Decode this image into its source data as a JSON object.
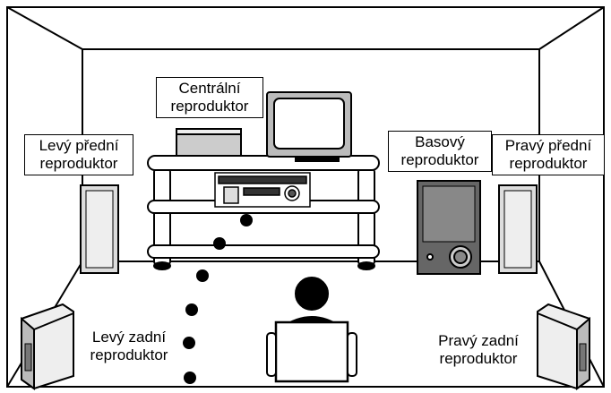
{
  "labels": {
    "center": {
      "line1": "Centrální",
      "line2": "reproduktor"
    },
    "front_left": {
      "line1": "Levý přední",
      "line2": "reproduktor"
    },
    "subwoofer": {
      "line1": "Basový",
      "line2": "reproduktor"
    },
    "front_right": {
      "line1": "Pravý přední",
      "line2": "reproduktor"
    },
    "rear_left": {
      "line1": "Levý zadní",
      "line2": "reproduktor"
    },
    "rear_right": {
      "line1": "Pravý zadní",
      "line2": "reproduktor"
    }
  },
  "colors": {
    "line": "#000000",
    "speaker_gray": "#dddddd",
    "sub_dark": "#666666",
    "tv_gray": "#bbbbbb"
  }
}
